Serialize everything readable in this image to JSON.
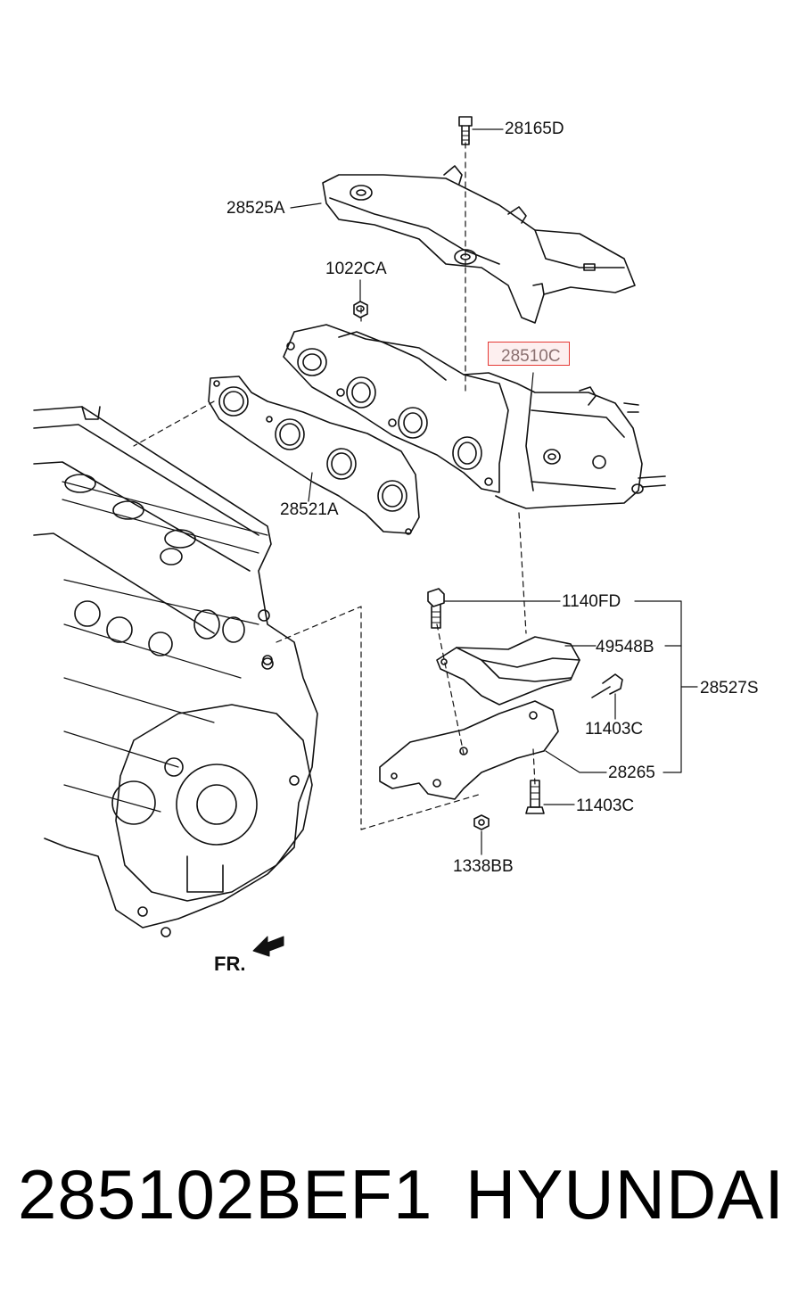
{
  "diagram": {
    "callouts": {
      "c28165D": "28165D",
      "c28525A": "28525A",
      "c1022CA": "1022CA",
      "c28510C": "28510C",
      "c28521A": "28521A",
      "c1140FD": "1140FD",
      "c49548B": "49548B",
      "c28527S": "28527S",
      "c11403C_a": "11403C",
      "c28265": "28265",
      "c11403C_b": "11403C",
      "c1338BB": "1338BB"
    },
    "direction_label": "FR.",
    "highlighted_part": "28510C",
    "highlight_color": "#e53935"
  },
  "caption": {
    "part_number": "285102BEF1",
    "brand": "HYUNDAI"
  }
}
